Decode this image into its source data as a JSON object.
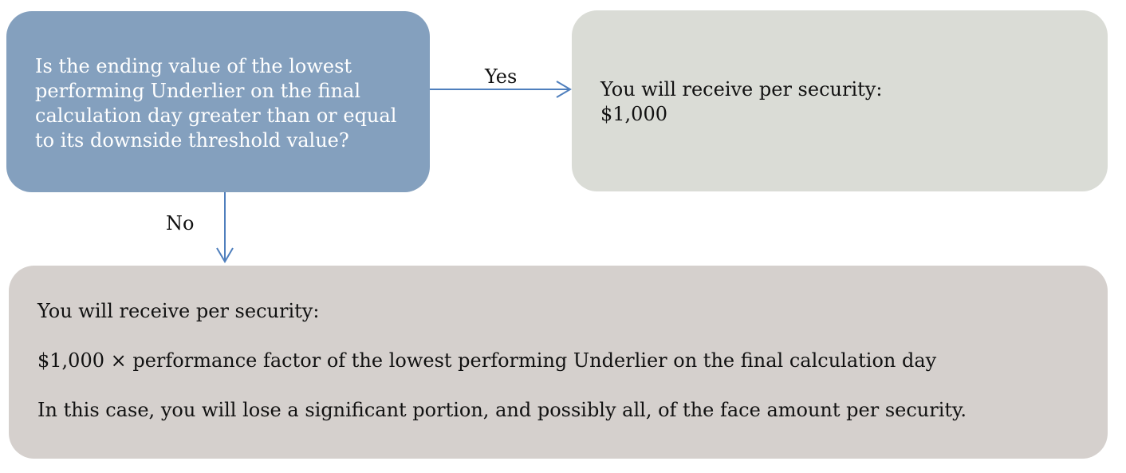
{
  "question": {
    "lines": [
      "Is the ending value of the lowest",
      "performing Underlier on the final",
      "calculation day greater than or equal",
      "to its downside threshold value?"
    ]
  },
  "yes_branch": {
    "label": "Yes",
    "lines": [
      "You will receive per security:",
      "$1,000"
    ]
  },
  "no_branch": {
    "label": "No",
    "paragraphs": [
      "You will receive per security:",
      "$1,000 × performance factor of the lowest performing Underlier on the final calculation day",
      "In this case, you will lose a significant portion, and possibly all, of the face amount per security."
    ]
  },
  "colors": {
    "question_fill": "#84a0be",
    "yes_fill": "#dadcd6",
    "no_fill": "#d5d0cd",
    "connector": "#4f7fbd"
  }
}
